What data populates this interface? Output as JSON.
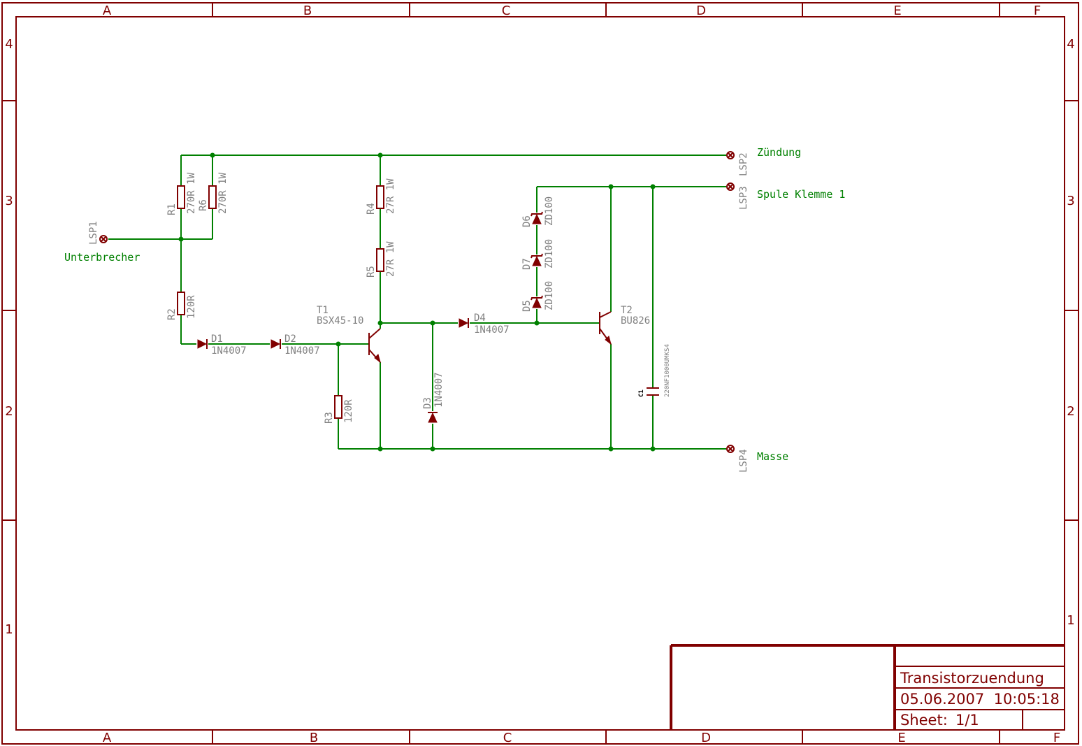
{
  "frame": {
    "columns": [
      "A",
      "B",
      "C",
      "D",
      "E",
      "F"
    ],
    "rows": [
      "4",
      "3",
      "2",
      "1"
    ]
  },
  "title_block": {
    "title": "Transistorzuendung",
    "datetime": "05.06.2007  10:05:18",
    "sheet_label": "Sheet:",
    "sheet_value": "1/1"
  },
  "components": {
    "R1": {
      "name": "R1",
      "value": "270R 1W"
    },
    "R6": {
      "name": "R6",
      "value": "270R 1W"
    },
    "R2": {
      "name": "R2",
      "value": "120R"
    },
    "R3": {
      "name": "R3",
      "value": "120R"
    },
    "R4": {
      "name": "R4",
      "value": "27R 1W"
    },
    "R5": {
      "name": "R5",
      "value": "27R 1W"
    },
    "D1": {
      "name": "D1",
      "value": "1N4007"
    },
    "D2": {
      "name": "D2",
      "value": "1N4007"
    },
    "D3": {
      "name": "D3",
      "value": "1N4007"
    },
    "D4": {
      "name": "D4",
      "value": "1N4007"
    },
    "D5": {
      "name": "D5",
      "value": "ZD100"
    },
    "D6": {
      "name": "D6",
      "value": "ZD100"
    },
    "D7": {
      "name": "D7",
      "value": "ZD100"
    },
    "T1": {
      "name": "T1",
      "value": "BSX45-10"
    },
    "T2": {
      "name": "T2",
      "value": "BU826"
    },
    "C1": {
      "name": "C1",
      "value": "220NF1000UMKS4"
    }
  },
  "connectors": {
    "LSP1": {
      "name": "LSP1",
      "net": "Unterbrecher"
    },
    "LSP2": {
      "name": "LSP2",
      "net": "Zündung"
    },
    "LSP3": {
      "name": "LSP3",
      "net": "Spule Klemme 1"
    },
    "LSP4": {
      "name": "LSP4",
      "net": "Masse"
    }
  },
  "colors": {
    "frame": "#800000",
    "wire": "#008000",
    "label": "#808080"
  }
}
